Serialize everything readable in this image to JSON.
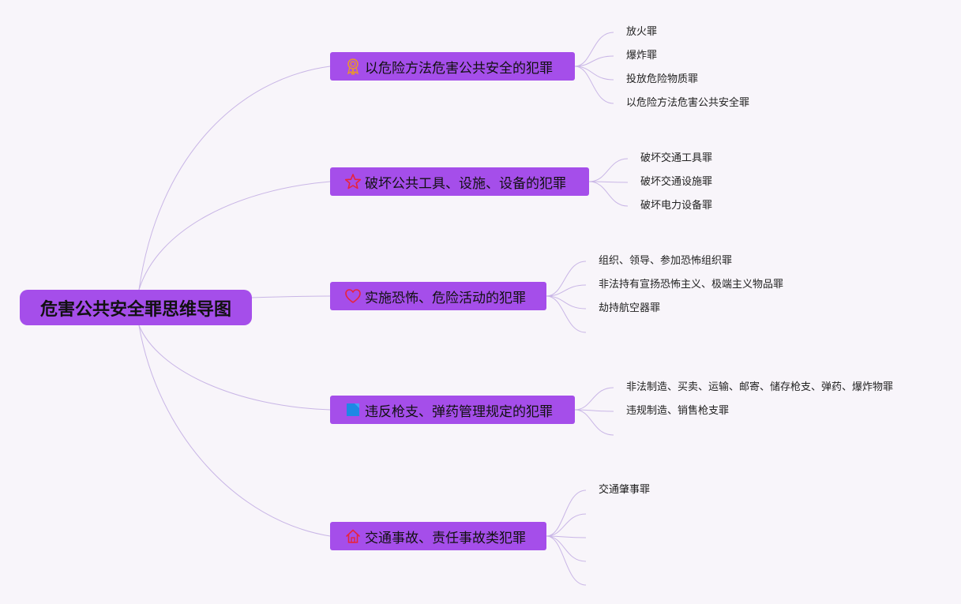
{
  "root": {
    "label": "危害公共安全罪思维导图"
  },
  "branches": [
    {
      "label": "以危险方法危害公共安全的犯罪",
      "icon": "award-ribbon-icon",
      "leaves": [
        "放火罪",
        "爆炸罪",
        "投放危险物质罪",
        "以危险方法危害公共安全罪"
      ]
    },
    {
      "label": "破坏公共工具、设施、设备的犯罪",
      "icon": "star-icon",
      "leaves": [
        "破坏交通工具罪",
        "破坏交通设施罪",
        "破坏电力设备罪"
      ]
    },
    {
      "label": "实施恐怖、危险活动的犯罪",
      "icon": "heart-icon",
      "leaves": [
        "组织、领导、参加恐怖组织罪",
        "非法持有宣扬恐怖主义、极端主义物品罪",
        "劫持航空器罪",
        ""
      ]
    },
    {
      "label": "违反枪支、弹药管理规定的犯罪",
      "icon": "flag-square-icon",
      "leaves": [
        "非法制造、买卖、运输、邮寄、储存枪支、弹药、爆炸物罪",
        "违规制造、销售枪支罪",
        ""
      ]
    },
    {
      "label": "交通事故、责任事故类犯罪",
      "icon": "home-icon",
      "leaves": [
        "交通肇事罪",
        "",
        "",
        "",
        ""
      ]
    }
  ],
  "colors": {
    "background": "#f8f5fa",
    "node": "#a54eea",
    "connector": "#c9b6e6",
    "award_icon": "#e8952f",
    "star_icon": "#e8243c",
    "heart_icon": "#e8243c",
    "flag_icon": "#1e88e5",
    "home_icon": "#e8243c"
  }
}
